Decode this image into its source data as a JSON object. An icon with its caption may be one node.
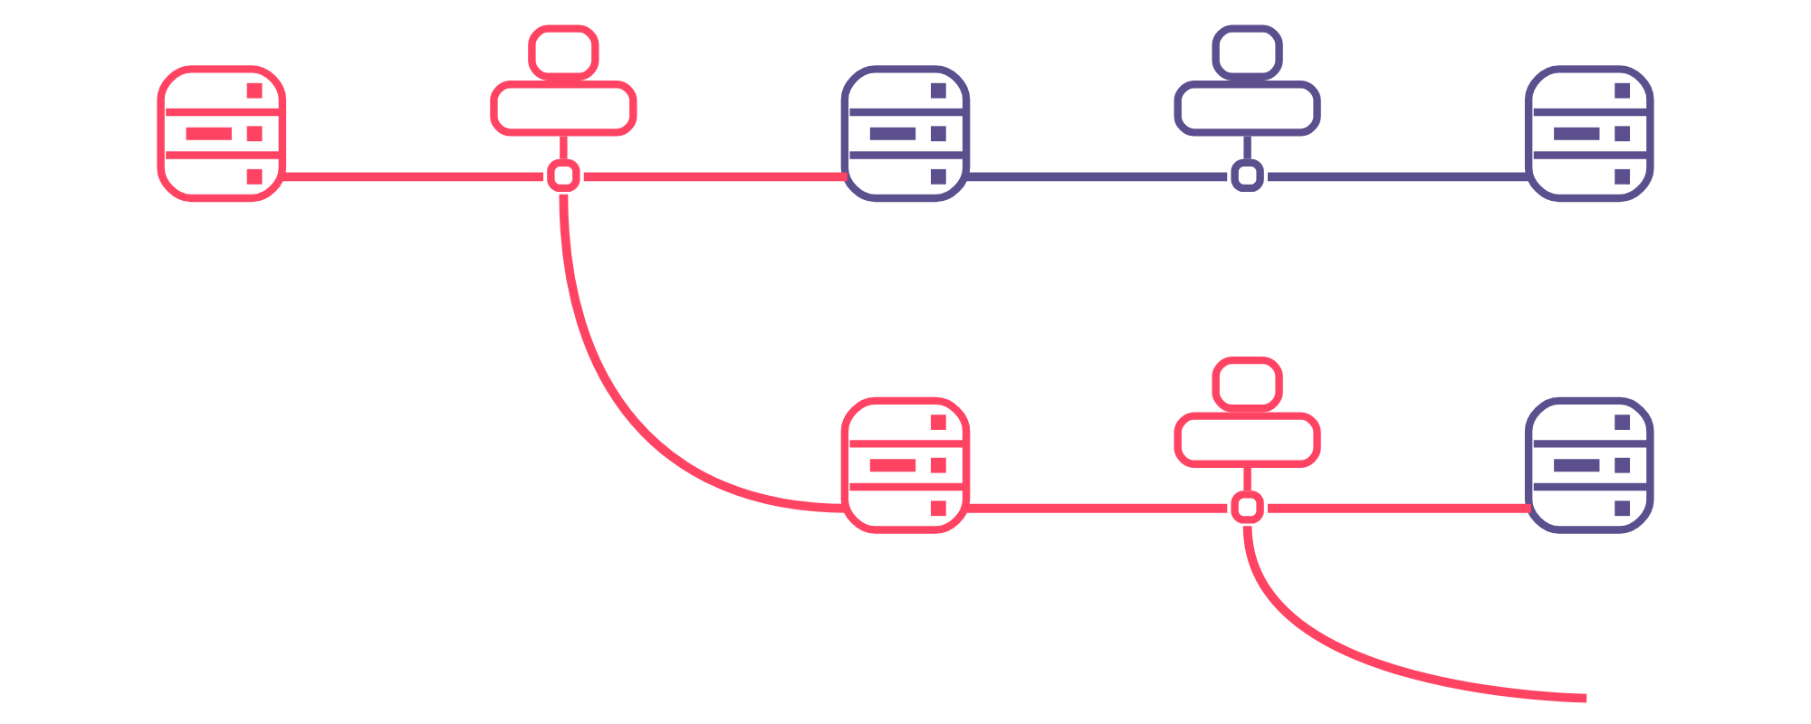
{
  "diagram": {
    "nodes": [
      {
        "text": [],
        "shape": "picture"
      },
      {
        "text": [],
        "shape": "cloud"
      },
      {
        "text": [],
        "shape": "picture"
      },
      {
        "text": [],
        "shape": "cloud"
      },
      {
        "text": [],
        "shape": "picture"
      },
      {
        "text": [],
        "shape": "picture"
      },
      {
        "text": [],
        "shape": "cloud"
      },
      {
        "text": [],
        "shape": "picture"
      }
    ],
    "edges": [
      {
        "from": 0,
        "to": 1,
        "arrow": "none"
      },
      {
        "from": 1,
        "to": 2,
        "arrow": "none"
      },
      {
        "from": 2,
        "to": 3,
        "arrow": "none",
        "color": "#5c4f8e"
      },
      {
        "from": 3,
        "to": 4,
        "arrow": "none",
        "color": "#5c4f8e"
      },
      {
        "from": 1,
        "to": 5,
        "arrow": "none"
      },
      {
        "from": 5,
        "to": 6,
        "arrow": "none"
      },
      {
        "from": 6,
        "to": 7,
        "arrow": "none"
      },
      {
        "from": 6,
        "to": null,
        "arrow": "none"
      }
    ]
  }
}
